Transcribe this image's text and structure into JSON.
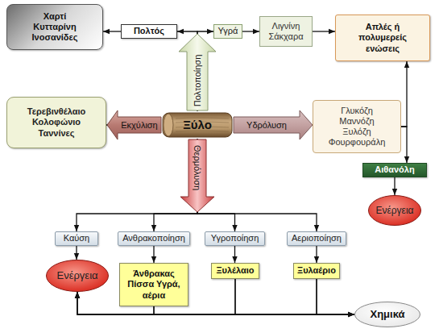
{
  "diagram": {
    "nodes": [
      {
        "text": [
          "Χαρτί Κυτταρίνη Ινοσανίδες"
        ]
      },
      {
        "text": [
          "Πολτός"
        ]
      },
      {
        "text": [
          "Υγρά"
        ]
      },
      {
        "text": [
          "Λιγνίνη Σάκχαρα"
        ]
      },
      {
        "text": [
          "Απλές ή πολυμερείς ενώσεις"
        ]
      },
      {
        "text": [
          "Τερεβινθέλαιο Κολοφώνιο Ταννίνες"
        ]
      },
      {
        "text": [
          "Ξύλο"
        ]
      },
      {
        "text": [
          "Γλυκόζη Μαννόζη Ξυλόζη Φουρφουράλη"
        ]
      },
      {
        "text": [
          "Αιθανόλη"
        ]
      },
      {
        "text": [
          "Ενέργεια"
        ]
      },
      {
        "text": [
          "Καύση"
        ]
      },
      {
        "text": [
          "Ανθρακοποίηση"
        ]
      },
      {
        "text": [
          "Υγροποίηση"
        ]
      },
      {
        "text": [
          "Αεριοποίηση"
        ]
      },
      {
        "text": [
          "Ενέργεια"
        ]
      },
      {
        "text": [
          "Άνθρακας Πίσσα Υγρά, αέρια"
        ]
      },
      {
        "text": [
          "Ξυλέλαιο"
        ]
      },
      {
        "text": [
          "Ξυλαέριο"
        ]
      },
      {
        "text": [
          "Χημικά"
        ]
      }
    ],
    "edges": [
      {
        "from": 6,
        "to": 1,
        "label": "Πολτοποίηση",
        "arrow": "to"
      },
      {
        "from": 6,
        "to": 2,
        "arrow": "to"
      },
      {
        "from": 1,
        "to": 0,
        "arrow": "to"
      },
      {
        "from": 2,
        "to": 3,
        "arrow": "to"
      },
      {
        "from": 3,
        "to": 4,
        "arrow": "to"
      },
      {
        "from": 6,
        "to": 5,
        "label": "Εκχύλιση",
        "arrow": "to"
      },
      {
        "from": 6,
        "to": 7,
        "label": "Υδρόλυση",
        "arrow": "to"
      },
      {
        "from": 7,
        "to": 4,
        "arrow": "to"
      },
      {
        "from": 7,
        "to": 8,
        "arrow": "to"
      },
      {
        "from": 8,
        "to": 9,
        "arrow": "to"
      },
      {
        "from": 6,
        "to": 10,
        "label": "Θερμόλυση",
        "arrow": "to"
      },
      {
        "from": 6,
        "to": 11,
        "arrow": "to"
      },
      {
        "from": 6,
        "to": 12,
        "arrow": "to"
      },
      {
        "from": 6,
        "to": 13,
        "arrow": "to"
      },
      {
        "from": 10,
        "to": 14,
        "arrow": "to"
      },
      {
        "from": 11,
        "to": 15,
        "arrow": "to"
      },
      {
        "from": 12,
        "to": 16,
        "arrow": "to"
      },
      {
        "from": 13,
        "to": 17,
        "arrow": "to"
      },
      {
        "from": 15,
        "to": 14,
        "arrow": "to"
      },
      {
        "from": 15,
        "to": 18,
        "arrow": "to"
      },
      {
        "from": 16,
        "to": 14,
        "arrow": "to"
      },
      {
        "from": 16,
        "to": 18,
        "arrow": "to"
      },
      {
        "from": 17,
        "to": 14,
        "arrow": "to"
      },
      {
        "from": 17,
        "to": 18,
        "arrow": "to"
      }
    ]
  }
}
